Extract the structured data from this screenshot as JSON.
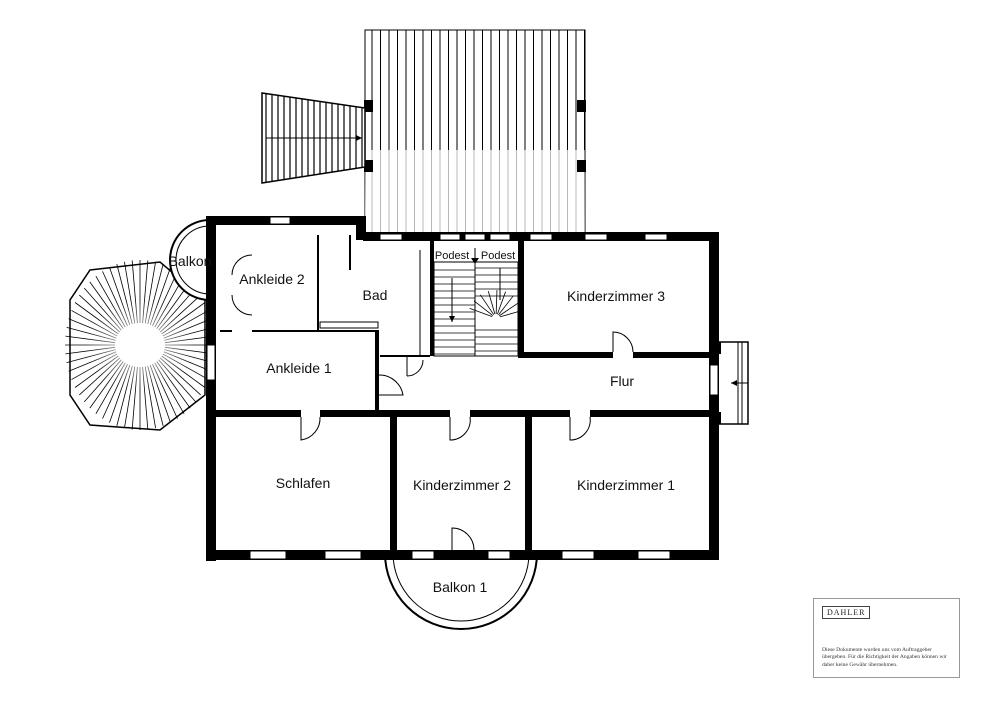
{
  "rooms": {
    "balkon_small": "Balkon",
    "ankleide_2": "Ankleide 2",
    "bad": "Bad",
    "podest_left": "Podest",
    "podest_right": "Podest",
    "kinderzimmer_3": "Kinderzimmer 3",
    "ankleide_1": "Ankleide 1",
    "flur": "Flur",
    "schlafen": "Schlafen",
    "kinderzimmer_2": "Kinderzimmer 2",
    "kinderzimmer_1": "Kinderzimmer 1",
    "balkon_1": "Balkon 1"
  },
  "legend": {
    "logo": "DAHLER",
    "disclaimer": "Diese Dokumente wurden uns vom Auftraggeber übergeben. Für die Richtigkeit der Angaben können wir daher keine Gewähr übernehmen."
  }
}
